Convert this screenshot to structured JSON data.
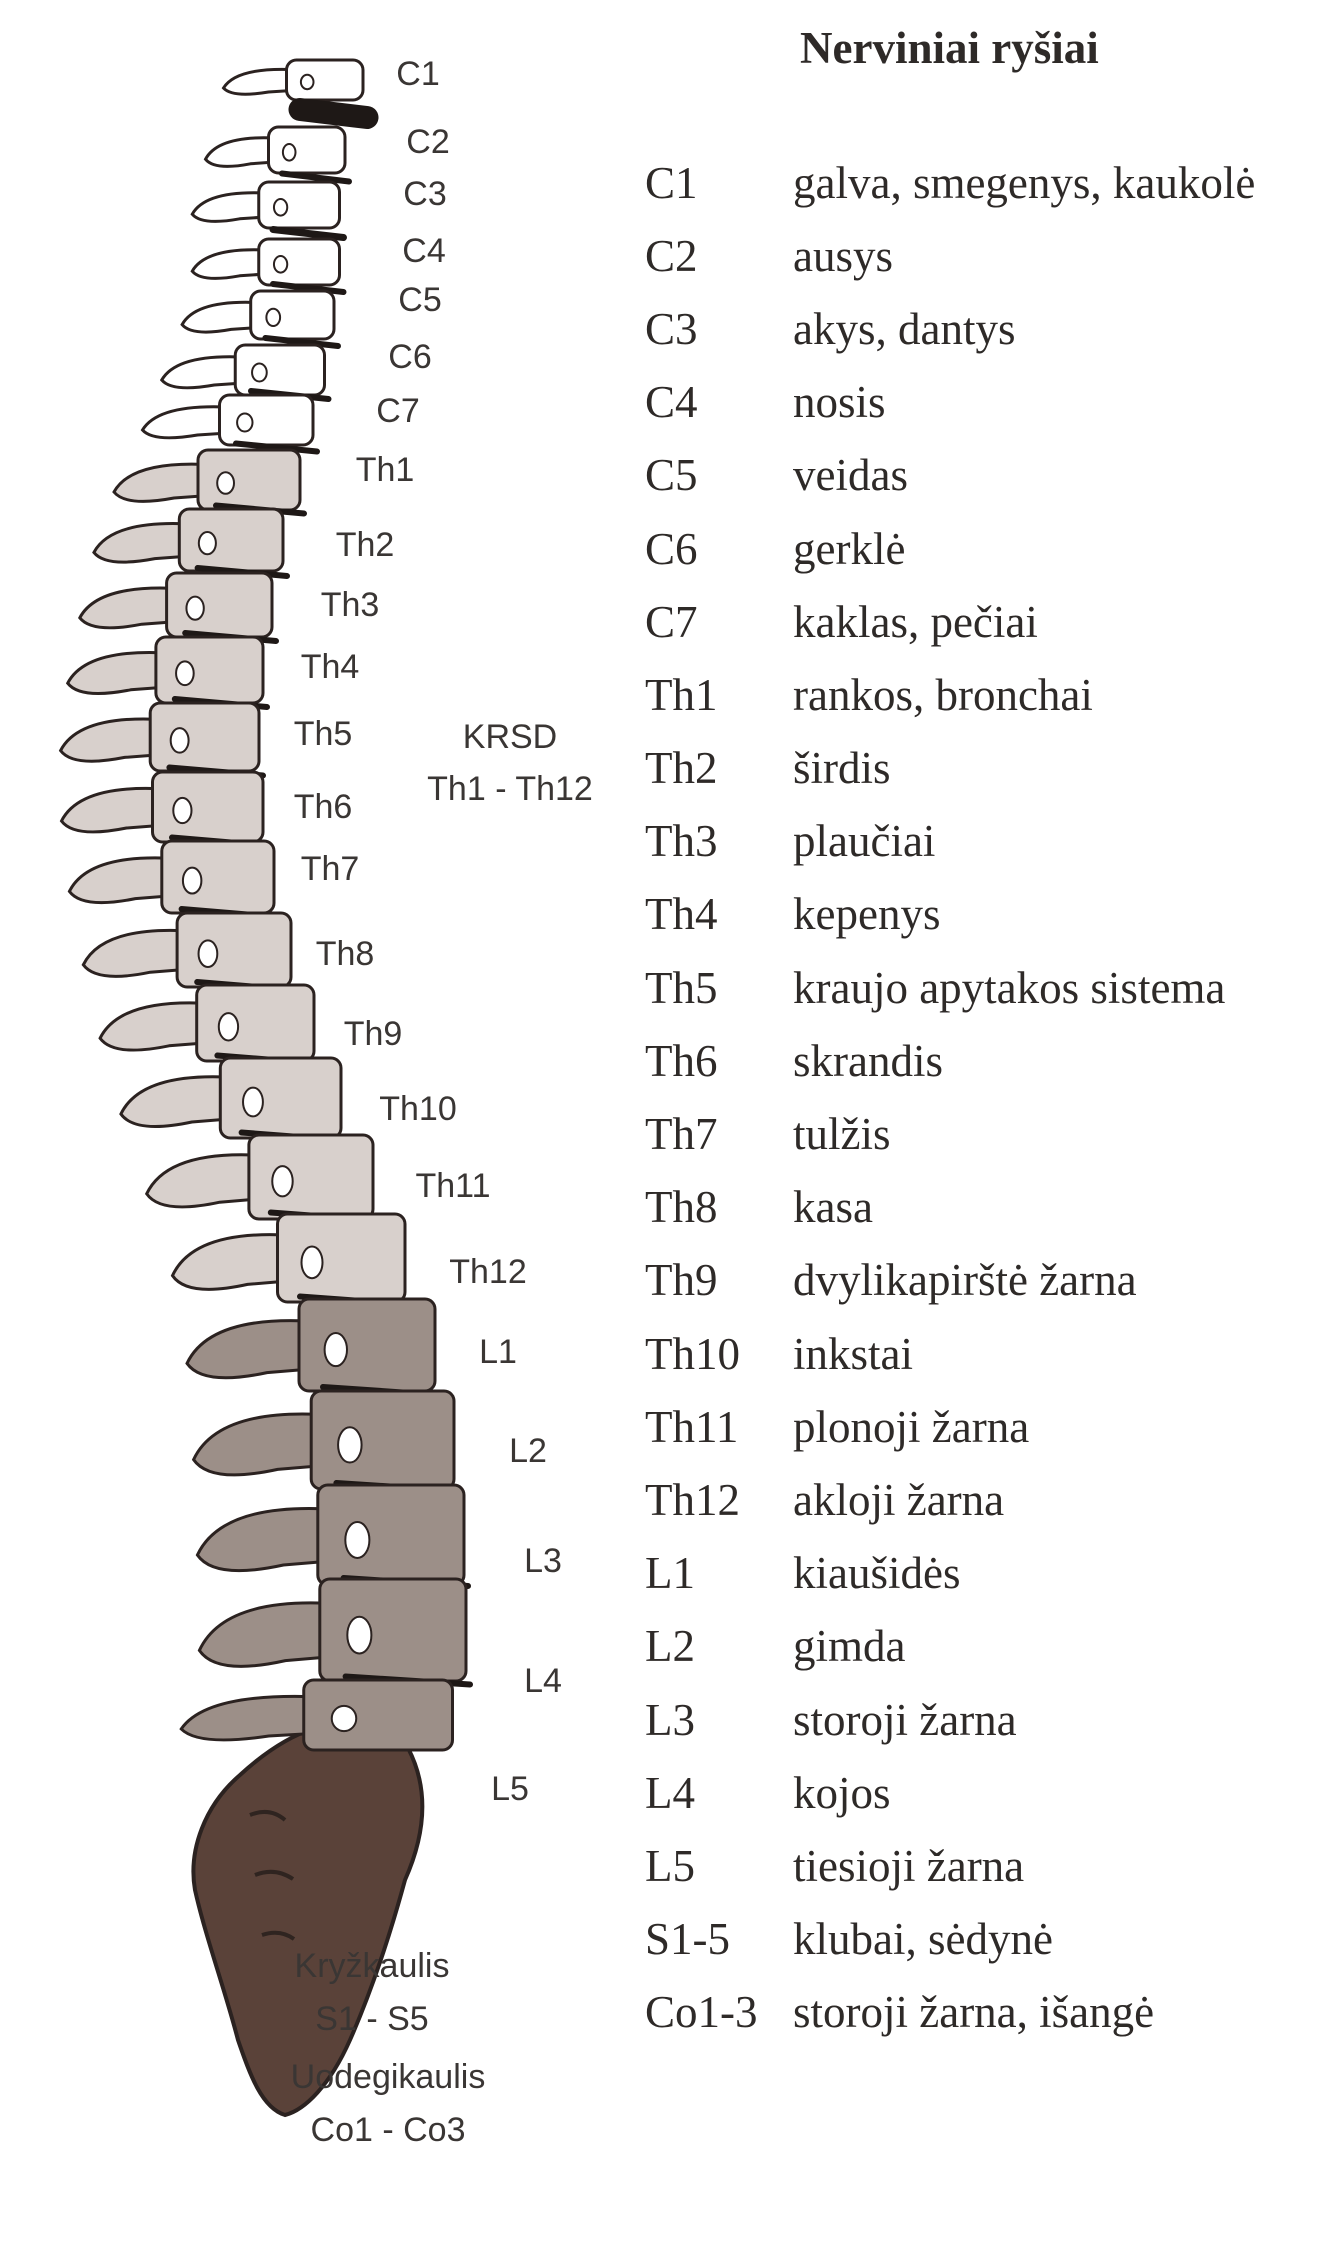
{
  "spine": {
    "vertebra_labels": [
      "C1",
      "C2",
      "C3",
      "C4",
      "C5",
      "C6",
      "C7",
      "Th1",
      "Th2",
      "Th3",
      "Th4",
      "Th5",
      "Th6",
      "Th7",
      "Th8",
      "Th9",
      "Th10",
      "Th11",
      "Th12",
      "L1",
      "L2",
      "L3",
      "L4",
      "L5"
    ],
    "thoracic_region": {
      "abbr": "KRSD",
      "range": "Th1 - Th12"
    },
    "sacrum": {
      "name": "Kryžkaulis",
      "range": "S1 - S5"
    },
    "coccyx": {
      "name": "Uodegikaulis",
      "range": "Co1 - Co3"
    },
    "colors": {
      "cervical": "#ffffff",
      "thoracic": "#d8d0cc",
      "lumbar": "#9c8f88",
      "sacral": "#5a4239",
      "disc": "#1e1816",
      "outline": "#2b2220"
    }
  },
  "table": {
    "title": "Nerviniai ryšiai",
    "rows": [
      {
        "code": "C1",
        "organ": "galva, smegenys, kaukolė"
      },
      {
        "code": "C2",
        "organ": "ausys"
      },
      {
        "code": "C3",
        "organ": "akys, dantys"
      },
      {
        "code": "C4",
        "organ": "nosis"
      },
      {
        "code": "C5",
        "organ": "veidas"
      },
      {
        "code": "C6",
        "organ": "gerklė"
      },
      {
        "code": "C7",
        "organ": "kaklas, pečiai"
      },
      {
        "code": "Th1",
        "organ": "rankos, bronchai"
      },
      {
        "code": "Th2",
        "organ": "širdis"
      },
      {
        "code": "Th3",
        "organ": "plaučiai"
      },
      {
        "code": "Th4",
        "organ": "kepenys"
      },
      {
        "code": "Th5",
        "organ": "kraujo apytakos sistema"
      },
      {
        "code": "Th6",
        "organ": "skrandis"
      },
      {
        "code": "Th7",
        "organ": "tulžis"
      },
      {
        "code": "Th8",
        "organ": "kasa"
      },
      {
        "code": "Th9",
        "organ": "dvylikapirštė žarna"
      },
      {
        "code": "Th10",
        "organ": "inkstai"
      },
      {
        "code": "Th11",
        "organ": "plonoji žarna"
      },
      {
        "code": "Th12",
        "organ": "akloji žarna"
      },
      {
        "code": "L1",
        "organ": "kiaušidės"
      },
      {
        "code": "L2",
        "organ": "gimda"
      },
      {
        "code": "L3",
        "organ": "storoji žarna"
      },
      {
        "code": "L4",
        "organ": "kojos"
      },
      {
        "code": "L5",
        "organ": "tiesioji žarna"
      },
      {
        "code": "S1-5",
        "organ": "klubai, sėdynė"
      },
      {
        "code": "Co1-3",
        "organ": "storoji žarna, išangė"
      }
    ]
  }
}
